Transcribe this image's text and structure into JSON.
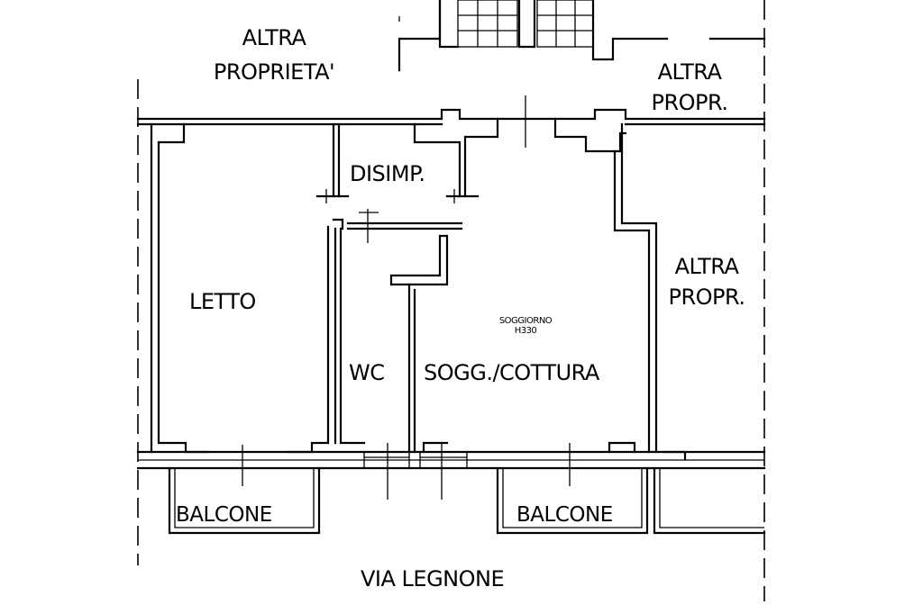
{
  "labels": {
    "altra_proprieta_line1": "ALTRA",
    "altra_proprieta_line2": "PROPRIETA'",
    "altra_propr_top_line1": "ALTRA",
    "altra_propr_top_line2": "PROPR.",
    "altra_propr_right_line1": "ALTRA",
    "altra_propr_right_line2": "PROPR.",
    "disimpegno": "DISIMP.",
    "letto": "LETTO",
    "wc": "WC",
    "soggiorno_cottura": "SOGG./COTTURA",
    "soggiorno_note_line1": "SOGGIORNO",
    "soggiorno_note_line2": "H330",
    "balcone_left": "BALCONE",
    "balcone_right": "BALCONE",
    "street": "VIA LEGNONE"
  },
  "colors": {
    "line": "#000000",
    "background": "#ffffff"
  }
}
